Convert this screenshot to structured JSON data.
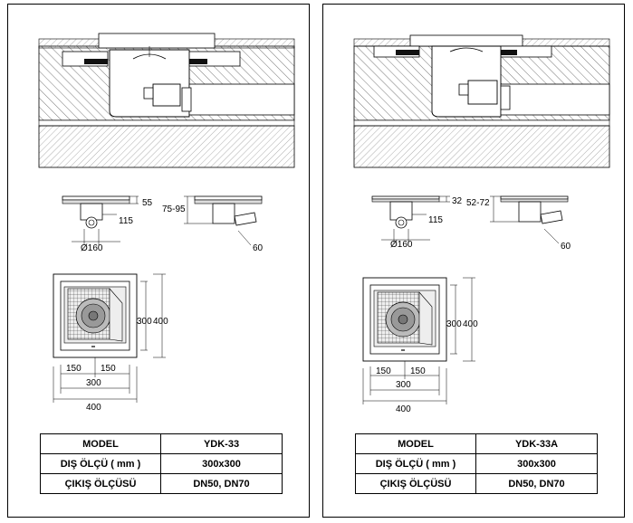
{
  "panels": [
    {
      "model_label": "MODEL",
      "model": "YDK-33",
      "size_label": "DIŞ ÖLÇÜ ( mm )",
      "size": "300x300",
      "outlet_label": "ÇIKIŞ ÖLÇÜSÜ",
      "outlet": "DN50, DN70",
      "dims": {
        "height": "55",
        "depth_range": "75-95",
        "outlet_height": "115",
        "outlet_diameter": "Ø160",
        "side_outlet": "60",
        "inner_h": "300",
        "outer_h": "400",
        "half_a": "150",
        "half_b": "150",
        "inner_w": "300",
        "outer_w": "400"
      }
    },
    {
      "model_label": "MODEL",
      "model": "YDK-33A",
      "size_label": "DIŞ ÖLÇÜ ( mm )",
      "size": "300x300",
      "outlet_label": "ÇIKIŞ ÖLÇÜSÜ",
      "outlet": "DN50, DN70",
      "dims": {
        "height": "32",
        "depth_range": "52-72",
        "outlet_height": "115",
        "outlet_diameter": "Ø160",
        "side_outlet": "60",
        "inner_h": "300",
        "outer_h": "400",
        "half_a": "150",
        "half_b": "150",
        "inner_w": "300",
        "outer_w": "400"
      }
    }
  ]
}
